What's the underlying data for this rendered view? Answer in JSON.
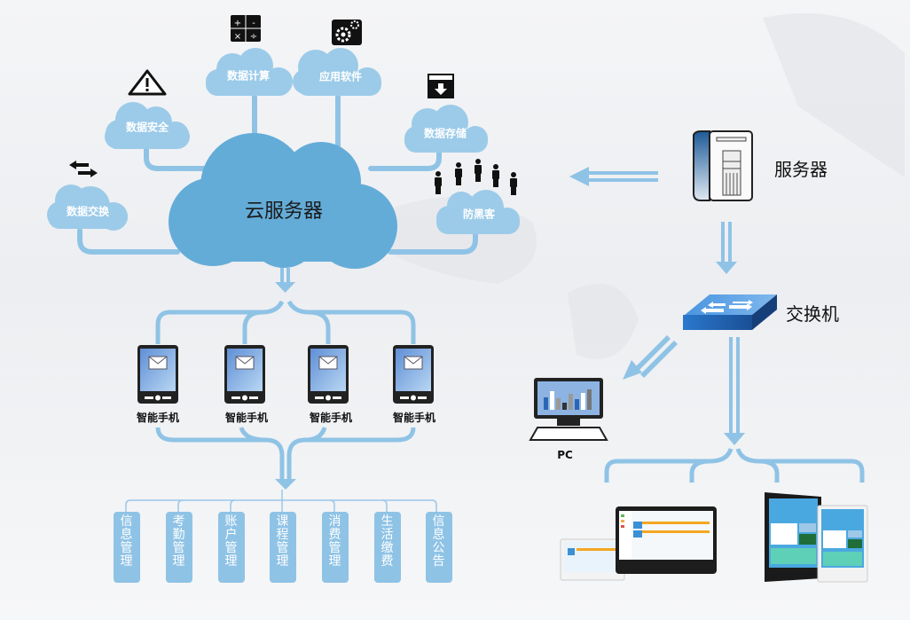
{
  "colors": {
    "cloud_main": "#64acd8",
    "cloud_small": "#9ccbe9",
    "connector": "#8fc3e6",
    "module_bg": "#8fc3e6",
    "switch_blue": "#2f7fd0"
  },
  "cloud": {
    "main_label": "云服务器",
    "satellites": [
      {
        "label": "数据交换",
        "icon": "swap-arrows-icon"
      },
      {
        "label": "数据安全",
        "icon": "warning-icon"
      },
      {
        "label": "数据计算",
        "icon": "calculator-icon"
      },
      {
        "label": "应用软件",
        "icon": "gears-icon"
      },
      {
        "label": "数据存储",
        "icon": "download-box-icon"
      },
      {
        "label": "防黑客",
        "icon": "people-icon"
      }
    ]
  },
  "phones": [
    {
      "label": "智能手机"
    },
    {
      "label": "智能手机"
    },
    {
      "label": "智能手机"
    },
    {
      "label": "智能手机"
    }
  ],
  "modules": [
    {
      "label": "信息管理"
    },
    {
      "label": "考勤管理"
    },
    {
      "label": "账户管理"
    },
    {
      "label": "课程管理"
    },
    {
      "label": "消费管理"
    },
    {
      "label": "生活缴费"
    },
    {
      "label": "信息公告"
    }
  ],
  "network": {
    "server_label": "服务器",
    "switch_label": "交换机",
    "pc_label": "PC"
  }
}
